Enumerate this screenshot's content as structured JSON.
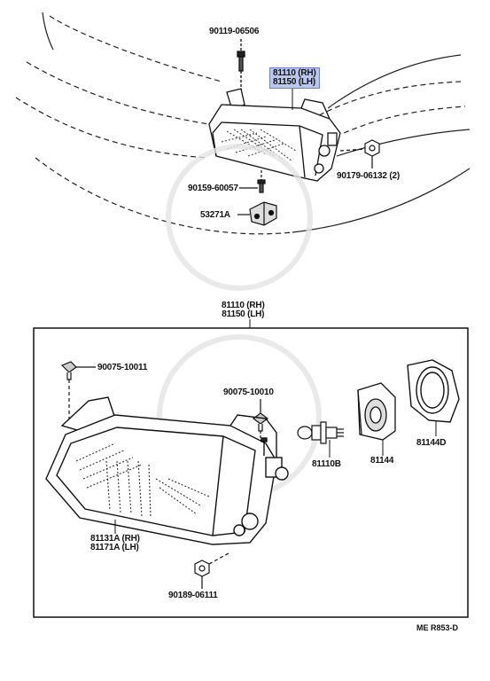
{
  "diagram": {
    "callouts": {
      "screw_top": "90119-06506",
      "headlamp_rh": "81110 (RH)",
      "headlamp_lh": "81150 (LH)",
      "nut_right": "90179-06132 (2)",
      "screw_small": "90159-60057",
      "bracket": "53271A",
      "assembly_rh": "81110 (RH)",
      "assembly_lh": "81150 (LH)",
      "clip_top": "90075-10011",
      "clip_mid": "90075-10010",
      "bulb": "81110B",
      "socket": "81144",
      "cover": "81144D",
      "unit_rh": "81131A (RH)",
      "unit_lh": "81171A (LH)",
      "nut_bottom": "90189-06111"
    },
    "reference_code": "ME R853-D",
    "highlight_color": "#b9c6ee"
  }
}
